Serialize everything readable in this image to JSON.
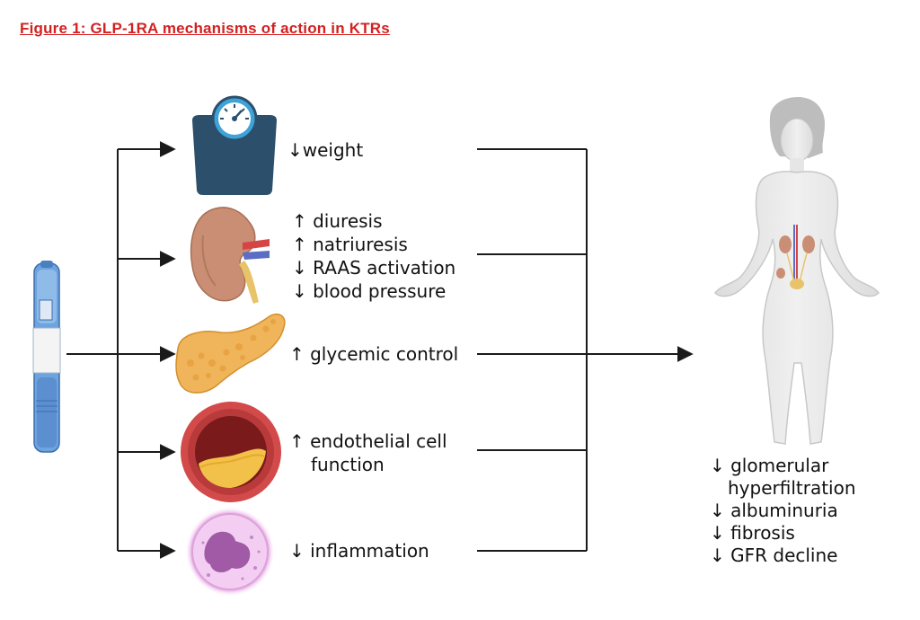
{
  "figure_title": "Figure 1: GLP-1RA mechanisms of action in KTRs",
  "colors": {
    "title": "#d42020",
    "scale": "#2c4f6b",
    "kidney": "#c98e73",
    "pancreas": "#f0b45a",
    "vessel": "#d24a4a",
    "cell": "#e7b5e6",
    "pen": "#5b95d6",
    "body": "#e6e6e6"
  },
  "icons": [
    "glp1ra-pen-icon",
    "scale-icon",
    "kidney-icon",
    "pancreas-icon",
    "blood-vessel-icon",
    "immune-cell-icon",
    "human-body-icon"
  ],
  "mechanisms": {
    "weight": [
      "↓weight"
    ],
    "renal": [
      "↑ diuresis",
      "↑ natriuresis",
      "↓ RAAS activation",
      "↓ blood pressure"
    ],
    "glycemic": [
      "↑ glycemic control"
    ],
    "endothelial": [
      "↑ endothelial cell",
      "function"
    ],
    "inflammation": [
      "↓ inflammation"
    ]
  },
  "outcomes": [
    "↓ glomerular",
    "hyperfiltration",
    "↓ albuminuria",
    "↓ fibrosis",
    "↓ GFR decline"
  ]
}
